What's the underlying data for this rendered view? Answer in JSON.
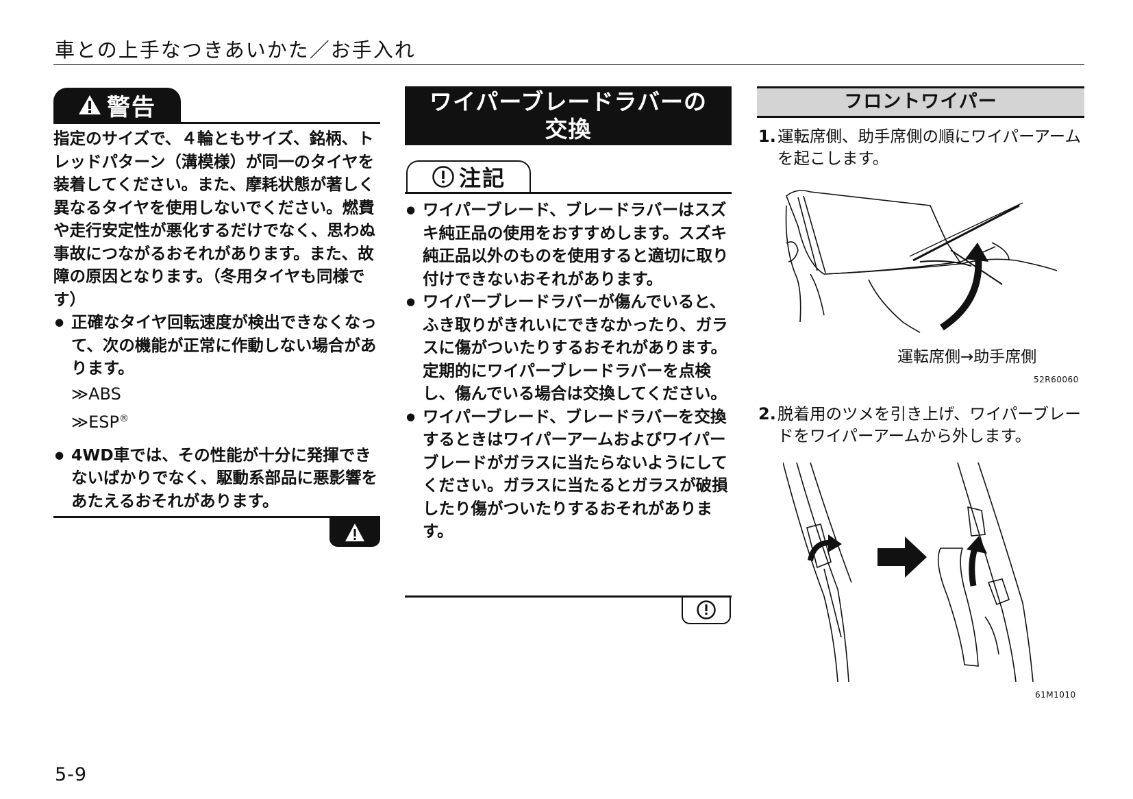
{
  "header": {
    "title": "車との上手なつきあいかた／お手入れ"
  },
  "warning": {
    "tab_label": "警告",
    "paragraph": "指定のサイズで、４輪ともサイズ、銘柄、トレッドパターン（溝模様）が同一のタイヤを装着してください。また、摩耗状態が著しく異なるタイヤを使用しないでください。燃費や走行安定性が悪化するだけでなく、思わぬ事故につながるおそれがあります。また、故障の原因となります。（冬用タイヤも同様です）",
    "bullets": [
      {
        "text": "正確なタイヤ回転速度が検出できなくなって、次の機能が正常に作動しない場合があります。",
        "sub_items": [
          "≫ABS",
          "≫ESP"
        ],
        "sub_mark": "®"
      },
      {
        "text": "4WD車では、その性能が十分に発揮できないばかりでなく、駆動系部品に悪影響をあたえるおそれがあります。"
      }
    ]
  },
  "replacement": {
    "heading_line1": "ワイパーブレードラバーの",
    "heading_line2": "交換",
    "caution_tab_label": "注記",
    "bullets": [
      "ワイパーブレード、ブレードラバーはスズキ純正品の使用をおすすめします。スズキ純正品以外のものを使用すると適切に取り付けできないおそれがあります。",
      "ワイパーブレードラバーが傷んでいると、ふき取りがきれいにできなかったり、ガラスに傷がついたりするおそれがあります。定期的にワイパーブレードラバーを点検し、傷んでいる場合は交換してください。",
      "ワイパーブレード、ブレードラバーを交換するときはワイパーアームおよびワイパーブレードがガラスに当たらないようにしてください。ガラスに当たるとガラスが破損したり傷がついたりするおそれがあります。"
    ]
  },
  "front_wiper": {
    "heading": "フロントワイパー",
    "steps": [
      {
        "num": "1.",
        "text": "運転席側、助手席側の順にワイパーアームを起こします。"
      },
      {
        "num": "2.",
        "text": "脱着用のツメを引き上げ、ワイパーブレードをワイパーアームから外します。"
      }
    ],
    "figure1_caption": "運転席側→助手席側",
    "figure1_code": "52R60060",
    "figure2_code": "61M1010"
  },
  "page_number": "5-9"
}
